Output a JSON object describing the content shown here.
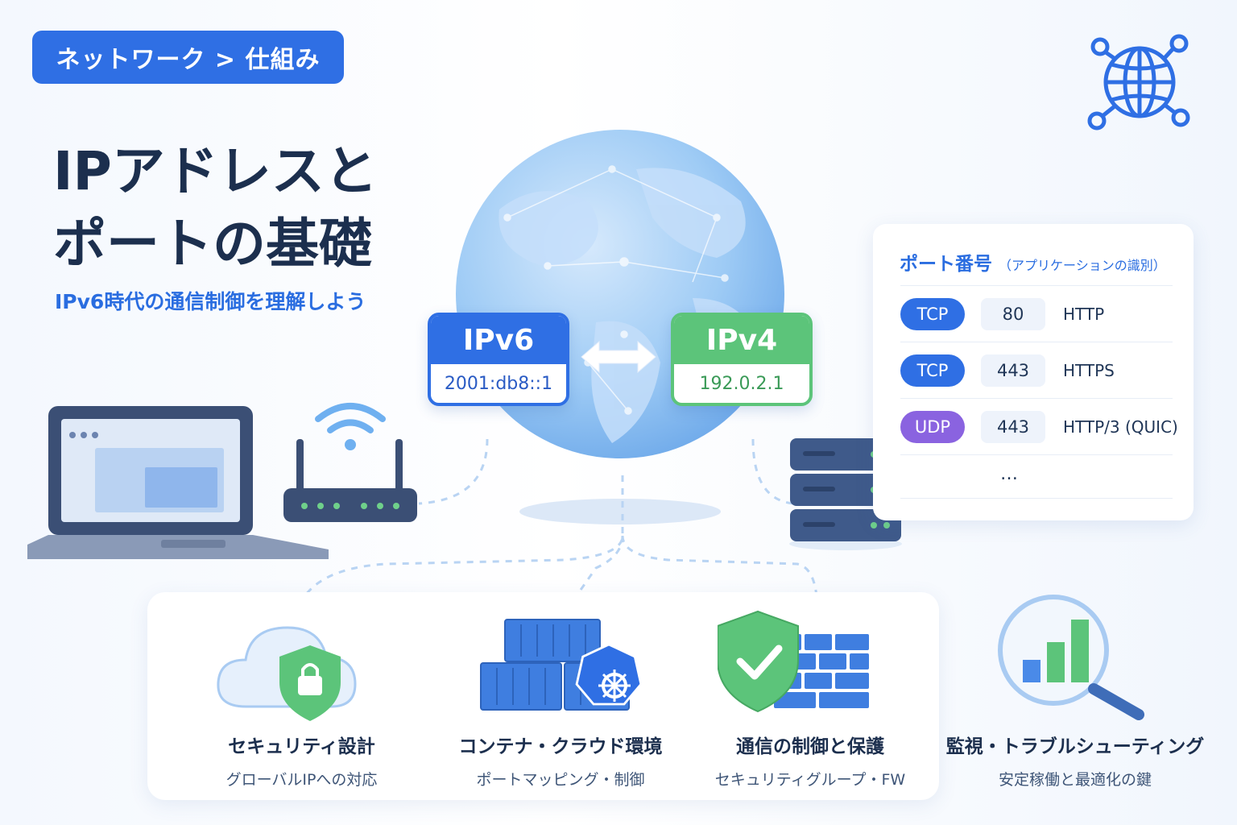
{
  "breadcrumb": "ネットワーク > 仕組み",
  "title": {
    "line1": "IPアドレスと",
    "line2": "ポートの基礎"
  },
  "subtitle": "IPv6時代の通信制御を理解しよう",
  "ipv6": {
    "label": "IPv6",
    "address": "2001:db8::1"
  },
  "ipv4": {
    "label": "IPv4",
    "address": "192.0.2.1"
  },
  "ports": {
    "title": "ポート番号",
    "title_note": "（アプリケーションの識別）",
    "rows": [
      {
        "protocol": "TCP",
        "port": "80",
        "service": "HTTP",
        "color": "#2f6fe4"
      },
      {
        "protocol": "TCP",
        "port": "443",
        "service": "HTTPS",
        "color": "#2f6fe4"
      },
      {
        "protocol": "UDP",
        "port": "443",
        "service": "HTTP/3 (QUIC)",
        "color": "#8a63e0"
      }
    ],
    "more": "…"
  },
  "features": [
    {
      "title": "セキュリティ設計",
      "subtitle": "グローバルIPへの対応",
      "icon": "cloud-lock-icon"
    },
    {
      "title": "コンテナ・クラウド環境",
      "subtitle": "ポートマッピング・制御",
      "icon": "container-kubernetes-icon"
    },
    {
      "title": "通信の制御と保護",
      "subtitle": "セキュリティグループ・FW",
      "icon": "shield-firewall-icon"
    },
    {
      "title": "監視・トラブルシューティング",
      "subtitle": "安定稼働と最適化の鍵",
      "icon": "magnifier-chart-icon"
    }
  ],
  "colors": {
    "primary": "#2f6fe4",
    "green": "#5cc47a",
    "purple": "#8a63e0",
    "dark": "#1c2f4e"
  }
}
